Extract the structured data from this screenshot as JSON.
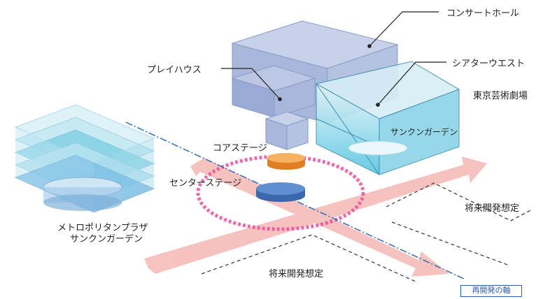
{
  "labels": {
    "concert_hall": "コンサートホール",
    "playhouse": "プレイハウス",
    "theater_west": "シアターウエスト",
    "tokyo_geijutsu_gekijo": "東京芸術劇場",
    "sunken_garden_right": "サンクンガーデン",
    "core_stage": "コアステージ",
    "center_stage": "センターステージ",
    "metropolitan_plaza_line1": "メトロポリタンプラザ",
    "metropolitan_plaza_line2": "サンクンガーデン",
    "future_dev_right": "将来開発想定",
    "future_dev_bottom": "将来開発想定"
  },
  "legend": {
    "axis_label": "再開発の軸"
  },
  "colors": {
    "building_blue": "#9fb0d6",
    "glass_cyan": "#7fd6ea",
    "arrow_pink": "#f4b8b4",
    "ring_magenta": "#e8509a",
    "core_orange": "#f39a3c",
    "center_blue": "#4f7fc4",
    "axis_line": "#2b6fb5"
  }
}
